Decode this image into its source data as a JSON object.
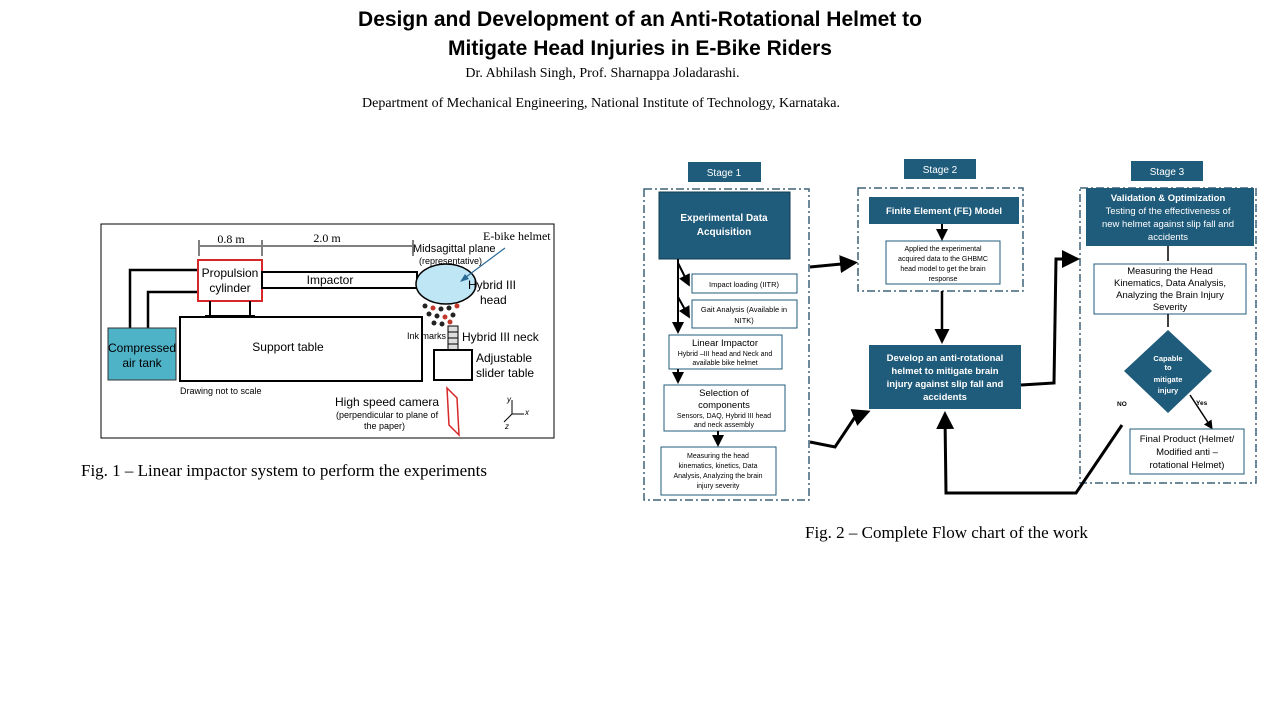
{
  "header": {
    "title_line1": "Design and Development of an Anti-Rotational Helmet to",
    "title_line2": "Mitigate Head Injuries in E-Bike Riders",
    "authors": "Dr. Abhilash Singh, Prof. Sharnappa Joladarashi.",
    "department": "Department of Mechanical Engineering, National Institute of Technology, Karnataka."
  },
  "figure1": {
    "caption": "Fig. 1 – Linear impactor system to perform the experiments",
    "labels": {
      "dist1": "0.8 m",
      "dist2": "2.0 m",
      "propulsion_l1": "Propulsion",
      "propulsion_l2": "cylinder",
      "impactor": "Impactor",
      "midsagittal_l1": "Midsagittal plane",
      "midsagittal_l2": "(representative)",
      "ebike_helmet": "E-bike helmet",
      "hybrid_head_l1": "Hybrid III",
      "hybrid_head_l2": "head",
      "support_table": "Support table",
      "compressed_l1": "Compressed",
      "compressed_l2": "air tank",
      "ink_marks": "Ink marks",
      "hybrid_neck": "Hybrid III neck",
      "slider_l1": "Adjustable",
      "slider_l2": "slider table",
      "not_to_scale": "Drawing not to scale",
      "camera_l1": "High speed camera",
      "camera_l2": "(perpendicular to plane of",
      "camera_l3": "the paper)",
      "axis_y": "y",
      "axis_x": "x",
      "axis_z": "z"
    }
  },
  "figure2": {
    "caption": "Fig. 2 – Complete Flow chart of the work",
    "stage1": {
      "label": "Stage 1",
      "main_l1": "Experimental Data",
      "main_l2": "Acquisition",
      "impact_loading": "Impact loading (IITR)",
      "gait_l1": "Gait Analysis (Available in",
      "gait_l2": "NITK)",
      "linear_title": "Linear Impactor",
      "linear_l1": "Hybrid –III head and Neck and",
      "linear_l2": "available bike helmet",
      "selection_l1": "Selection of",
      "selection_l2": "components",
      "selection_l3": "Sensors, DAQ, Hybrid III head",
      "selection_l4": "and neck assembly",
      "measuring_l1": "Measuring the head",
      "measuring_l2": "kinematics, kinetics, Data",
      "measuring_l3": "Analysis, Analyzing the brain",
      "measuring_l4": "injury severity"
    },
    "stage2": {
      "label": "Stage 2",
      "fe_model": "Finite Element (FE) Model",
      "applied_l1": "Applied  the  experimental",
      "applied_l2": "acquired data to the GHBMC",
      "applied_l3": "head model to get the brain",
      "applied_l4": "response",
      "develop_l1": "Develop an anti-rotational",
      "develop_l2": "helmet to mitigate brain",
      "develop_l3": "injury against slip fall and",
      "develop_l4": "accidents"
    },
    "stage3": {
      "label": "Stage 3",
      "validation_title": "Validation & Optimization",
      "validation_l1": "Testing of the effectiveness of",
      "validation_l2": "new helmet against slip fall and",
      "validation_l3": "accidents",
      "measuring_l1": "Measuring the Head",
      "measuring_l2": "Kinematics, Data Analysis,",
      "measuring_l3": "Analyzing the Brain Injury",
      "measuring_l4": "Severity",
      "decision_l1": "Capable",
      "decision_l2": "to",
      "decision_l3": "mitigate",
      "decision_l4": "injury",
      "no_label": "NO",
      "yes_label": "Yes",
      "final_l1": "Final Product (Helmet/",
      "final_l2": "Modified anti –",
      "final_l3": "rotational Helmet)"
    },
    "colors": {
      "box_fill": "#1f5b7a",
      "dashed_border": "#3f6478"
    }
  }
}
